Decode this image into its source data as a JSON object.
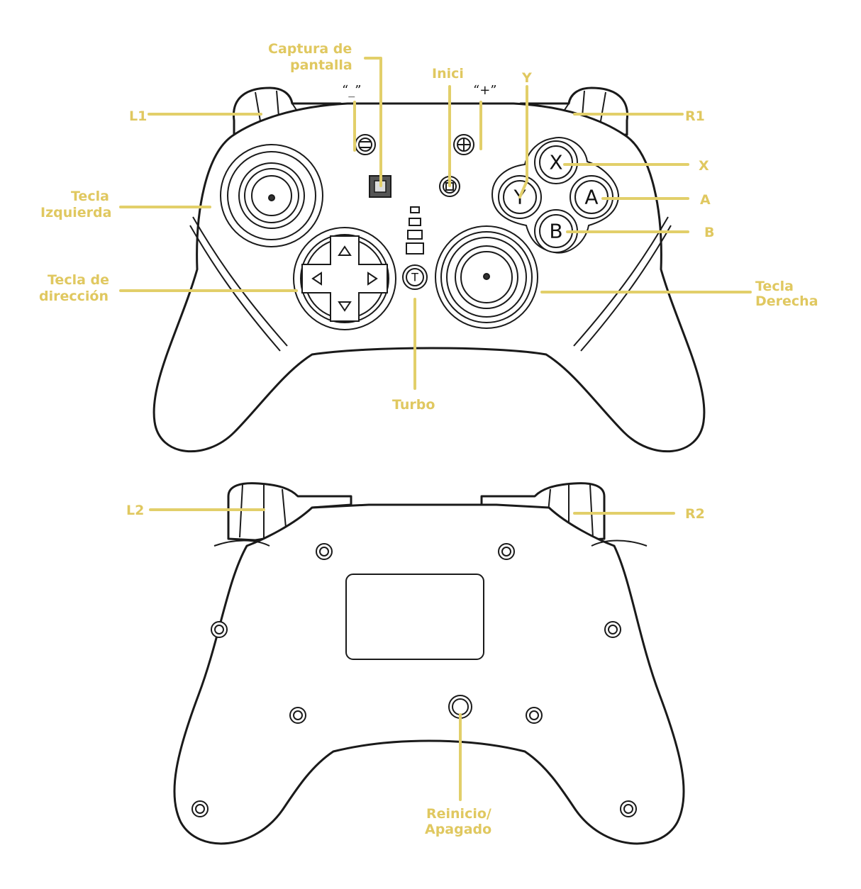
{
  "colors": {
    "label": "#e0c860",
    "leader": "#e2cf6a",
    "outline": "#1a1a1a"
  },
  "buttons": {
    "x": "X",
    "y": "Y",
    "a": "A",
    "b": "B",
    "turbo": "T"
  },
  "marks": {
    "minus": "“_”",
    "plus": "“+”"
  },
  "labels": {
    "captura_1": "Captura de",
    "captura_2": "pantalla",
    "inici": "Inici",
    "y": "Y",
    "l1": "L1",
    "r1": "R1",
    "x": "X",
    "a": "A",
    "b": "B",
    "tecla_izq_1": "Tecla",
    "tecla_izq_2": "Izquierda",
    "tecla_dir_1": "Tecla de",
    "tecla_dir_2": "dirección",
    "tecla_der_1": "Tecla",
    "tecla_der_2": "Derecha",
    "turbo": "Turbo",
    "l2": "L2",
    "r2": "R2",
    "reinicio_1": "Reinicio/",
    "reinicio_2": "Apagado"
  }
}
